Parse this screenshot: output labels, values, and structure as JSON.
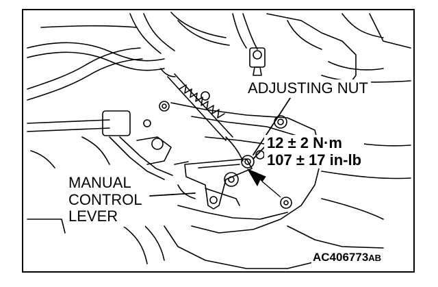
{
  "diagram": {
    "callouts": {
      "adjusting_nut": "ADJUSTING NUT",
      "torque_metric": "12 ± 2 N·m",
      "torque_imperial": "107 ± 17 in-lb",
      "lever_line1": "MANUAL",
      "lever_line2": "CONTROL",
      "lever_line3": "LEVER"
    },
    "figure_code": "AC406773",
    "figure_code_suffix": "AB"
  },
  "colors": {
    "ink": "#000000",
    "paper": "#ffffff"
  }
}
